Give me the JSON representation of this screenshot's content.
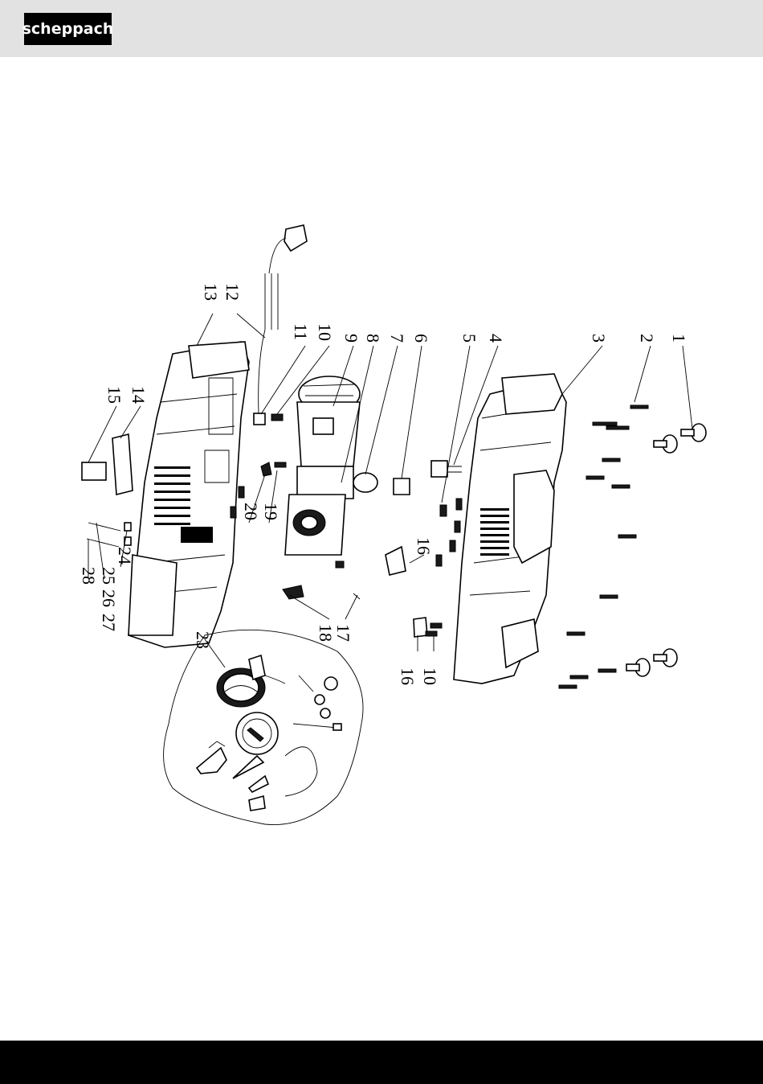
{
  "brand": {
    "logo_text": "scheppach",
    "color": "#000000"
  },
  "header": {
    "background": "#e2e2e2"
  },
  "footer": {
    "background": "#000000"
  },
  "diagram": {
    "part_labels": [
      "1",
      "2",
      "3",
      "4",
      "5",
      "6",
      "7",
      "8",
      "9",
      "10",
      "11",
      "12",
      "13",
      "14",
      "15",
      "16",
      "16",
      "17",
      "18",
      "19",
      "20",
      "23",
      "24",
      "25",
      "26",
      "27",
      "28",
      "10"
    ]
  }
}
